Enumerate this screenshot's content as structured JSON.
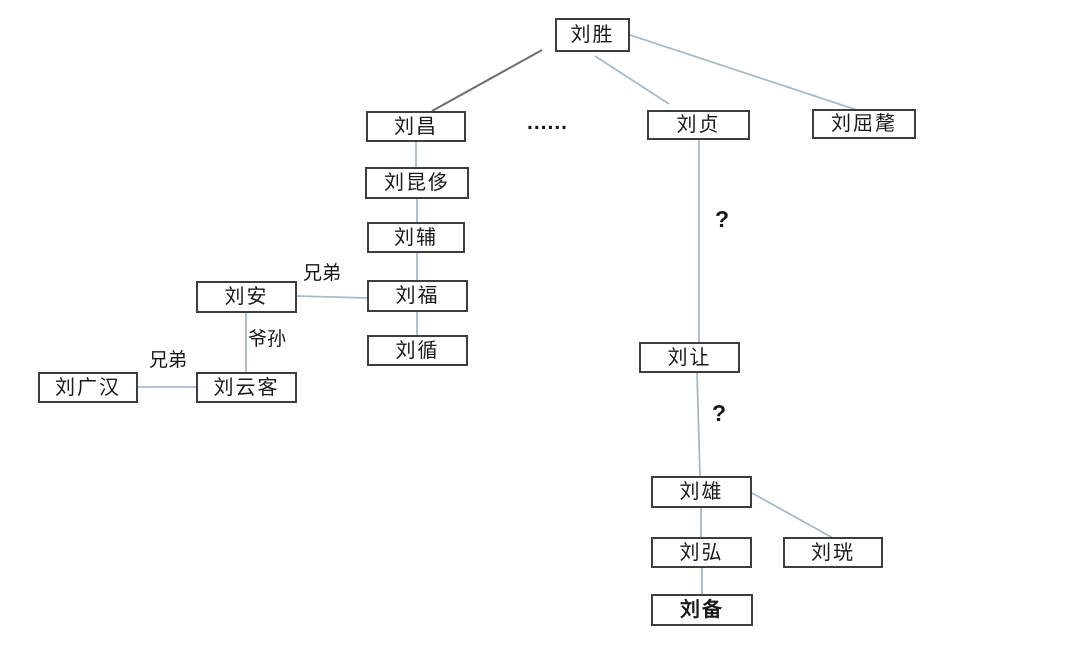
{
  "nodes": {
    "liusheng": {
      "label": "刘胜"
    },
    "liuchang": {
      "label": "刘昌"
    },
    "liuzhen": {
      "label": "刘贞"
    },
    "liuqumao": {
      "label": "刘屈氂"
    },
    "liukunchi": {
      "label": "刘昆侈"
    },
    "liufu_fu": {
      "label": "刘辅"
    },
    "liufu_fuk": {
      "label": "刘福"
    },
    "liuxun": {
      "label": "刘循"
    },
    "liuan": {
      "label": "刘安"
    },
    "liuyunke": {
      "label": "刘云客"
    },
    "liuguanghan": {
      "label": "刘广汉"
    },
    "liurang": {
      "label": "刘让"
    },
    "liuxiong": {
      "label": "刘雄"
    },
    "liuhong": {
      "label": "刘弘"
    },
    "liuguang": {
      "label": "刘珖"
    },
    "liubei": {
      "label": "刘备",
      "emphasis": "bold"
    }
  },
  "labels": {
    "ellipsis": "......",
    "brothers_right": "兄弟",
    "grandpa_grandson": "爷孙",
    "brothers_left": "兄弟",
    "question_upper": "?",
    "question_lower": "?"
  },
  "relations": [
    {
      "from": "刘胜",
      "to": "刘昌"
    },
    {
      "from": "刘胜",
      "to": "刘贞"
    },
    {
      "from": "刘胜",
      "to": "刘屈氂"
    },
    {
      "from": "刘昌",
      "to": "刘昆侈"
    },
    {
      "from": "刘昆侈",
      "to": "刘辅"
    },
    {
      "from": "刘辅",
      "to": "刘福"
    },
    {
      "from": "刘福",
      "to": "刘循"
    },
    {
      "from": "刘安",
      "to": "刘福",
      "label": "兄弟"
    },
    {
      "from": "刘安",
      "to": "刘云客",
      "label": "爷孙"
    },
    {
      "from": "刘广汉",
      "to": "刘云客",
      "label": "兄弟"
    },
    {
      "from": "刘贞",
      "to": "刘让",
      "label": "?"
    },
    {
      "from": "刘让",
      "to": "刘雄",
      "label": "?"
    },
    {
      "from": "刘雄",
      "to": "刘弘"
    },
    {
      "from": "刘雄",
      "to": "刘珖"
    },
    {
      "from": "刘弘",
      "to": "刘备"
    }
  ],
  "colors": {
    "connector_light": "#a6bace",
    "connector_dark": "#6e6e6e",
    "box_border": "#3d3d3d",
    "text": "#1a1a1a"
  }
}
